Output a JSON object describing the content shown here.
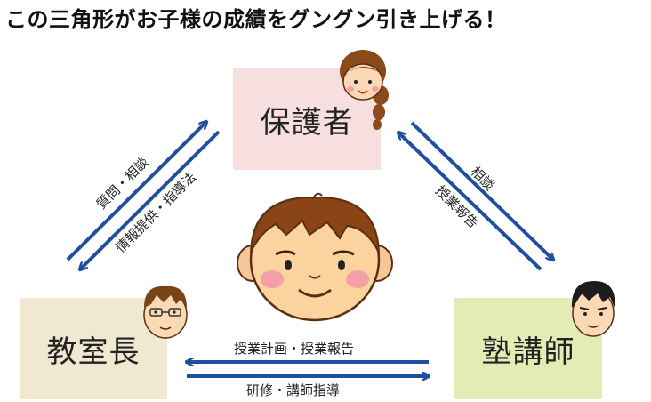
{
  "title": "この三角形がお子様の成績をグングン引き上げる！",
  "nodes": {
    "parent": "保護者",
    "head": "教室長",
    "tutor": "塾講師"
  },
  "edges": {
    "head_to_parent": "質問・相談",
    "parent_to_head": "情報提供・指導法",
    "parent_to_tutor": "相談",
    "tutor_to_parent": "授業報告",
    "tutor_to_head": "授業計画・授業報告",
    "head_to_tutor": "研修・講師指導"
  },
  "colors": {
    "arrow": "#1f4f9e",
    "parent_box": "#f7dfe0",
    "head_box": "#f1e8d2",
    "tutor_box": "#e2ecb4"
  },
  "icons": [
    "mother-face-icon",
    "teacher-face-icon",
    "tutor-face-icon",
    "child-face-icon"
  ]
}
